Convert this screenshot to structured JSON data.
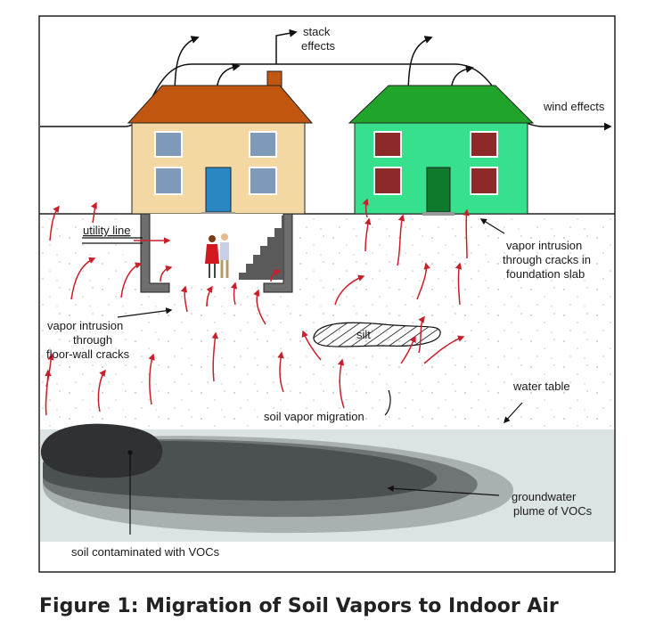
{
  "labels": {
    "stack_effects_1": "stack",
    "stack_effects_2": "effects",
    "wind_effects": "wind effects",
    "utility_line": "utility line",
    "vapor_slab_1": "vapor intrusion",
    "vapor_slab_2": "through cracks in",
    "vapor_slab_3": "foundation slab",
    "vapor_floor_1": "vapor intrusion",
    "vapor_floor_2": "through",
    "vapor_floor_3": "floor-wall cracks",
    "silt": "silt",
    "water_table": "water table",
    "soil_vapor_migration": "soil vapor migration",
    "plume_1": "groundwater",
    "plume_2": "plume of VOCs",
    "contaminated_soil": "soil contaminated with VOCs"
  },
  "caption": "Figure 1: Migration of Soil Vapors to Indoor Air",
  "colors": {
    "house_left_wall": "#f3d8a4",
    "house_left_roof": "#c0560f",
    "house_right_wall": "#36e08c",
    "house_right_roof": "#20a52a",
    "vapor_arrow": "#c8202a",
    "plume_dark": "#2f3133",
    "plume_mid": "#6f7577",
    "plume_light": "#a9b0b1",
    "water_zone": "#dce3e3"
  }
}
